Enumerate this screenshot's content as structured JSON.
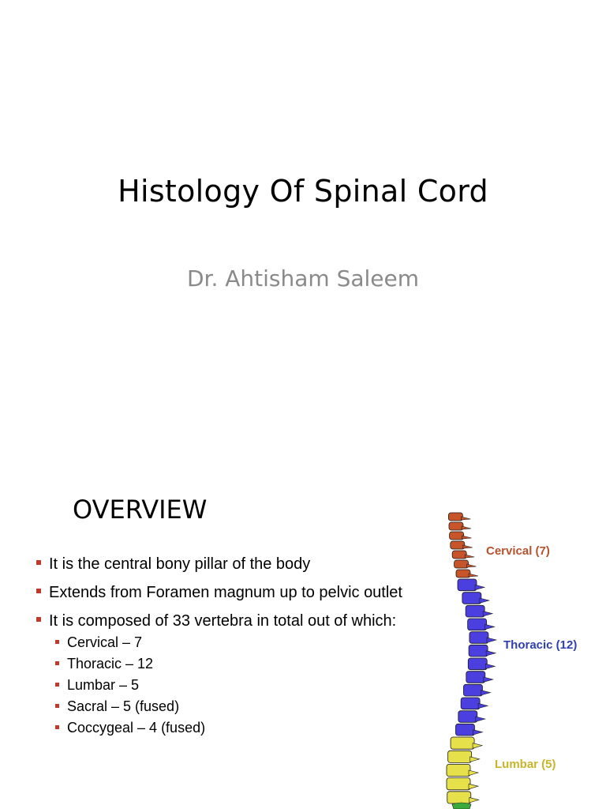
{
  "slide1": {
    "title": "Histology Of Spinal Cord",
    "subtitle": "Dr. Ahtisham Saleem"
  },
  "slide2": {
    "title": "OVERVIEW",
    "bullets": [
      "It is the central bony pillar of the body",
      "Extends from Foramen magnum up to pelvic outlet",
      "It is composed of 33 vertebra in total out of which:"
    ],
    "sub_bullets": [
      "Cervical – 7",
      "Thoracic – 12",
      "Lumbar – 5",
      "Sacral – 5 (fused)",
      "Coccygeal – 4 (fused)"
    ],
    "figure": {
      "labels": {
        "cervical": "Cervical (7)",
        "thoracic": "Thoracic (12)",
        "lumbar": "Lumbar (5)"
      },
      "colors": {
        "cervical": "#c8552a",
        "thoracic": "#4b3fe0",
        "lumbar": "#e6e04a",
        "sacral": "#3aa83a",
        "label_cervical": "#b5522f",
        "label_thoracic": "#2f3fae",
        "label_lumbar": "#c9b42a"
      }
    }
  }
}
